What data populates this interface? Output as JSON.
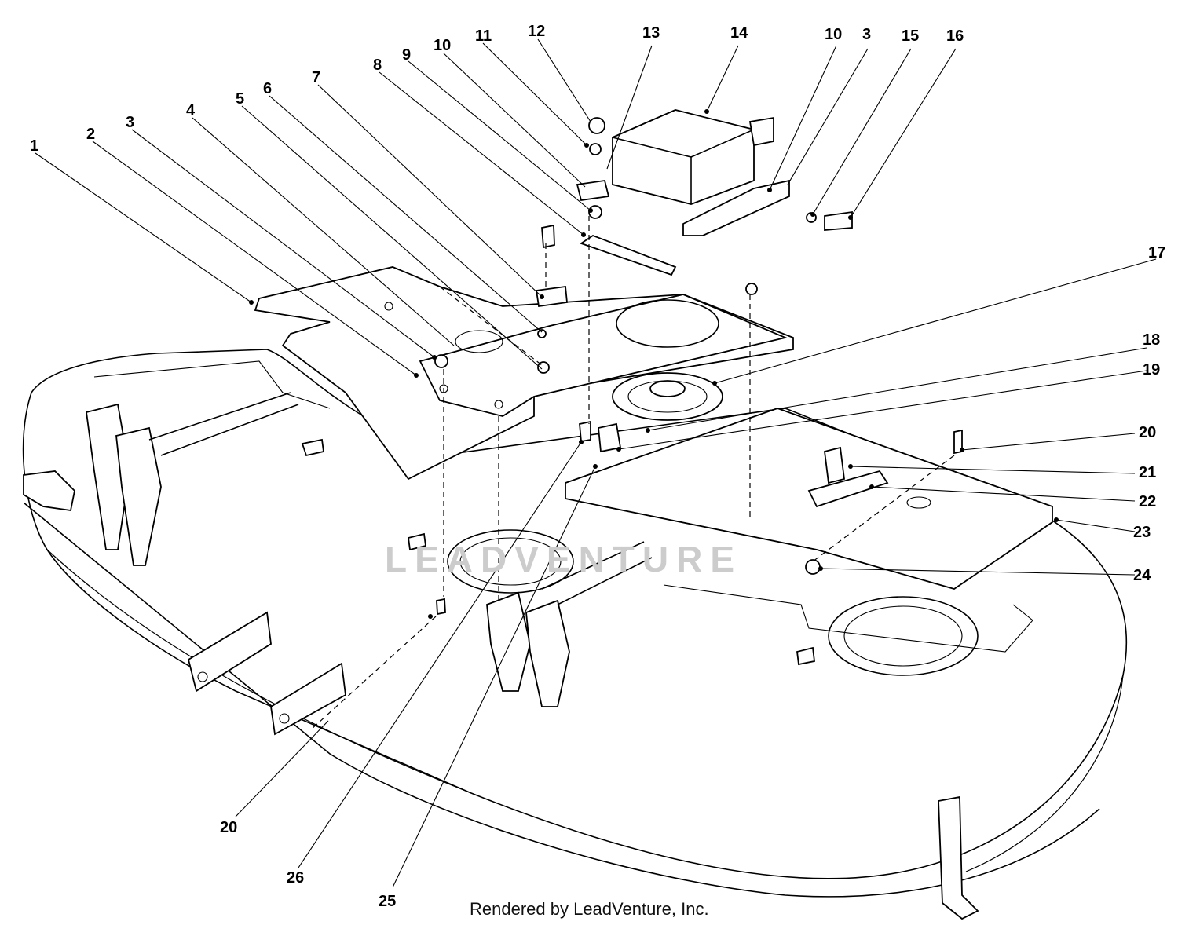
{
  "callouts": [
    "1",
    "2",
    "3",
    "4",
    "5",
    "6",
    "7",
    "8",
    "9",
    "10",
    "11",
    "12",
    "13",
    "14",
    "10",
    "3",
    "15",
    "16",
    "17",
    "18",
    "19",
    "20",
    "21",
    "22",
    "23",
    "24",
    "20",
    "26",
    "25"
  ],
  "watermark": "LEADVENTURE",
  "footer": "Rendered by LeadVenture, Inc.",
  "colors": {
    "ink": "#000000",
    "paper": "#ffffff",
    "watermark": "#cccccc"
  }
}
